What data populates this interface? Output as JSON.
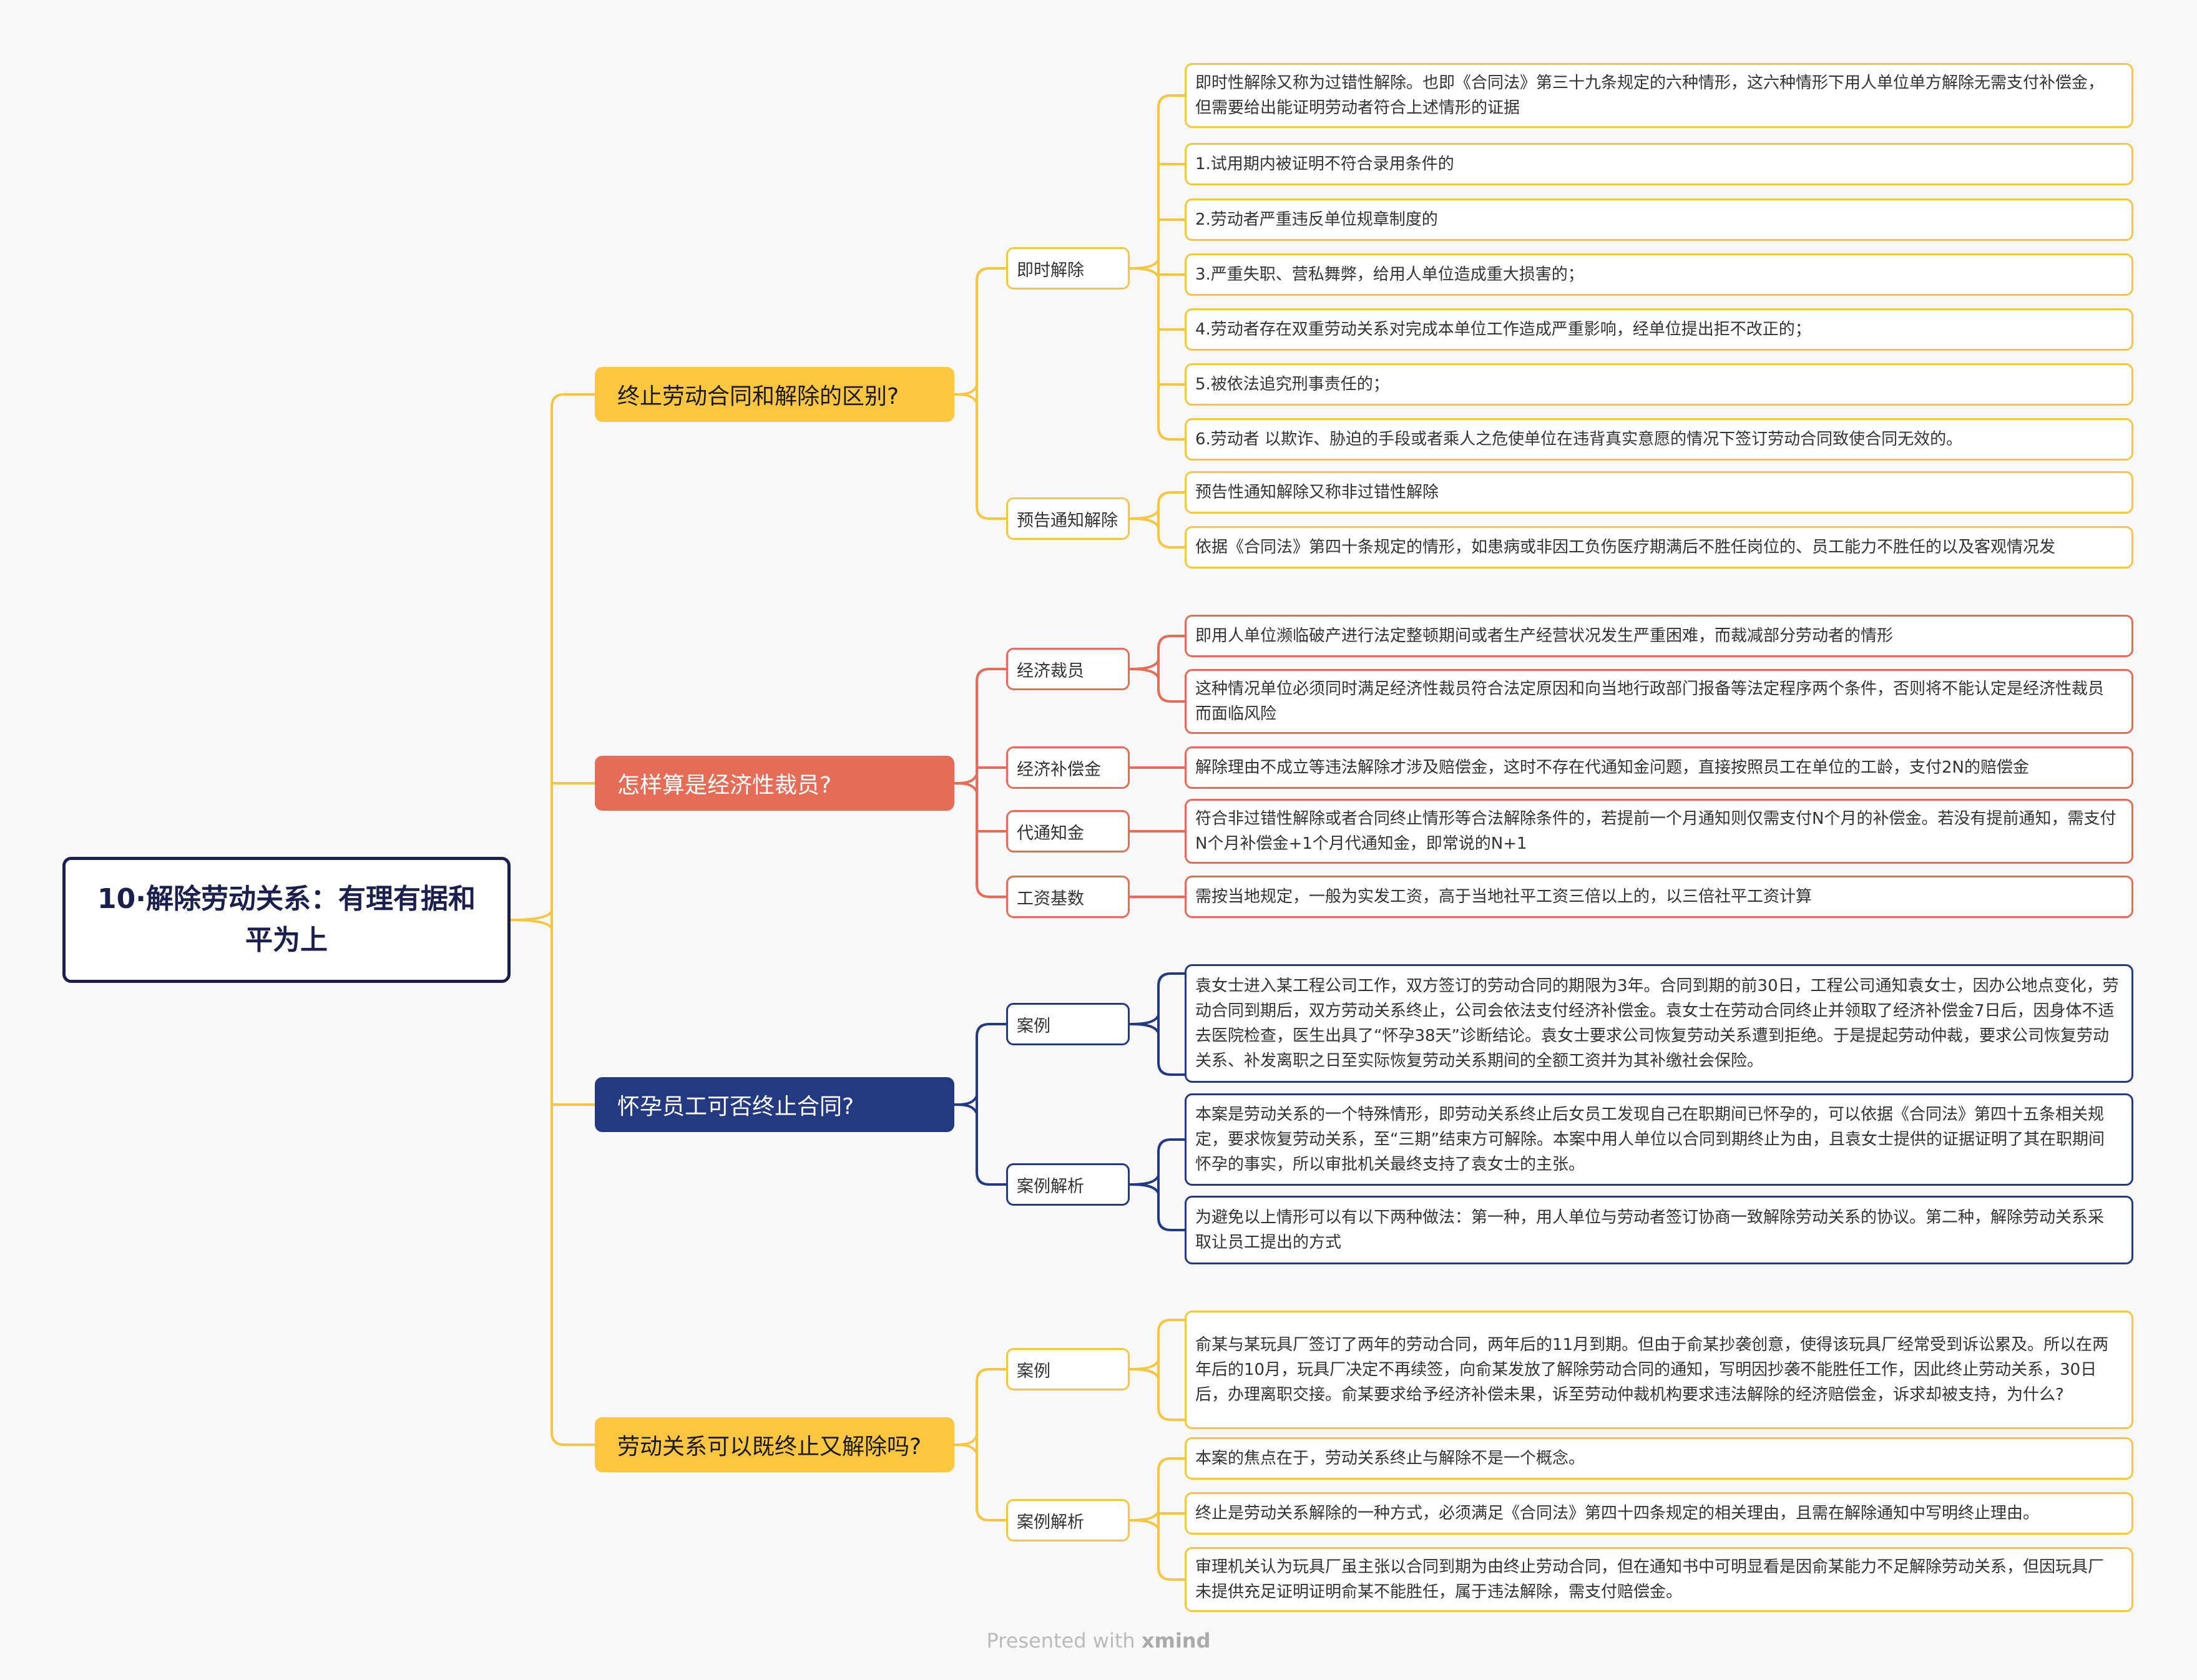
{
  "root": {
    "title": "10·解除劳动关系：有理有据和平为上"
  },
  "topics": [
    {
      "title": "终止劳动合同和解除的区别?",
      "color": "#fdc640",
      "subtopics": [
        {
          "label": "即时解除",
          "items": [
            "即时性解除又称为过错性解除。也即《合同法》第三十九条规定的六种情形，这六种情形下用人单位单方解除无需支付补偿金，但需要给出能证明劳动者符合上述情形的证据",
            "1.试用期内被证明不符合录用条件的",
            "2.劳动者严重违反单位规章制度的",
            "3.严重失职、营私舞弊，给用人单位造成重大损害的；",
            "4.劳动者存在双重劳动关系对完成本单位工作造成严重影响，经单位提出拒不改正的；",
            "5.被依法追究刑事责任的；",
            "6.劳动者 以欺诈、胁迫的手段或者乘人之危使单位在违背真实意愿的情况下签订劳动合同致使合同无效的。"
          ]
        },
        {
          "label": "预告通知解除",
          "items": [
            "预告性通知解除又称非过错性解除",
            "依据《合同法》第四十条规定的情形，如患病或非因工负伤医疗期满后不胜任岗位的、员工能力不胜任的以及客观情况发"
          ]
        }
      ]
    },
    {
      "title": "怎样算是经济性裁员?",
      "color": "#e56d57",
      "subtopics": [
        {
          "label": "经济裁员",
          "items": [
            "即用人单位濒临破产进行法定整顿期间或者生产经营状况发生严重困难，而裁减部分劳动者的情形",
            "这种情况单位必须同时满足经济性裁员符合法定原因和向当地行政部门报备等法定程序两个条件，否则将不能认定是经济性裁员而面临风险"
          ]
        },
        {
          "label": "经济补偿金",
          "items": [
            "解除理由不成立等违法解除才涉及赔偿金，这时不存在代通知金问题，直接按照员工在单位的工龄，支付2N的赔偿金"
          ]
        },
        {
          "label": "代通知金",
          "items": [
            "符合非过错性解除或者合同终止情形等合法解除条件的，若提前一个月通知则仅需支付N个月的补偿金。若没有提前通知，需支付N个月补偿金+1个月代通知金，即常说的N+1"
          ]
        },
        {
          "label": "工资基数",
          "items": [
            "需按当地规定，一般为实发工资，高于当地社平工资三倍以上的，以三倍社平工资计算"
          ]
        }
      ]
    },
    {
      "title": "怀孕员工可否终止合同?",
      "color": "#233a82",
      "subtopics": [
        {
          "label": "案例",
          "items": [
            "袁女士进入某工程公司工作，双方签订的劳动合同的期限为3年。合同到期的前30日，工程公司通知袁女士，因办公地点变化，劳动合同到期后，双方劳动关系终止，公司会依法支付经济补偿金。袁女士在劳动合同终止并领取了经济补偿金7日后，因身体不适去医院检查，医生出具了“怀孕38天”诊断结论。袁女士要求公司恢复劳动关系遭到拒绝。于是提起劳动仲裁，要求公司恢复劳动关系、补发离职之日至实际恢复劳动关系期间的全额工资并为其补缴社会保险。"
          ]
        },
        {
          "label": "案例解析",
          "items": [
            "本案是劳动关系的一个特殊情形，即劳动关系终止后女员工发现自己在职期间已怀孕的，可以依据《合同法》第四十五条相关规定，要求恢复劳动关系，至“三期”结束方可解除。本案中用人单位以合同到期终止为由，且袁女士提供的证据证明了其在职期间怀孕的事实，所以审批机关最终支持了袁女士的主张。",
            "为避免以上情形可以有以下两种做法：第一种，用人单位与劳动者签订协商一致解除劳动关系的协议。第二种，解除劳动关系采取让员工提出的方式"
          ]
        }
      ]
    },
    {
      "title": "劳动关系可以既终止又解除吗?",
      "color": "#fdc640",
      "subtopics": [
        {
          "label": "案例",
          "items": [
            "俞某与某玩具厂签订了两年的劳动合同，两年后的11月到期。但由于俞某抄袭创意，使得该玩具厂经常受到诉讼累及。所以在两年后的10月，玩具厂决定不再续签，向俞某发放了解除劳动合同的通知，写明因抄袭不能胜任工作，因此终止劳动关系，30日后，办理离职交接。俞某要求给予经济补偿未果，诉至劳动仲裁机构要求违法解除的经济赔偿金，诉求却被支持，为什么?"
          ]
        },
        {
          "label": "案例解析",
          "items": [
            "本案的焦点在于，劳动关系终止与解除不是一个概念。",
            "终止是劳动关系解除的一种方式，必须满足《合同法》第四十四条规定的相关理由，且需在解除通知中写明终止理由。",
            "审理机关认为玩具厂虽主张以合同到期为由终止劳动合同，但在通知书中可明显看是因俞某能力不足解除劳动关系，但因玩具厂未提供充足证明证明俞某不能胜任，属于违法解除，需支付赔偿金。"
          ]
        }
      ]
    }
  ],
  "footer": {
    "prefix": "Presented with",
    "brand": "xmind"
  },
  "colors": {
    "yellow": "#f5c644",
    "red": "#e56d57",
    "navy": "#233a82",
    "root_border": "#1a1f4e"
  }
}
